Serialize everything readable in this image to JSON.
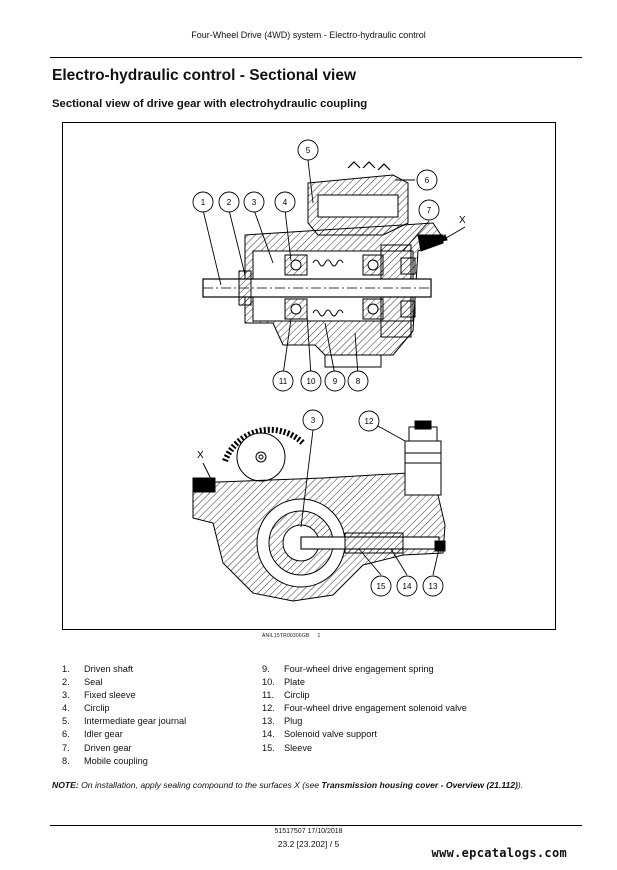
{
  "header": {
    "running_title": "Four-Wheel Drive (4WD) system - Electro-hydraulic control"
  },
  "page_title": "Electro-hydraulic control - Sectional view",
  "section_title": "Sectional view of drive gear with electrohydraulic coupling",
  "figure": {
    "id": "ANIL15TR00306GB",
    "sheet": "1",
    "surface_label": "X",
    "callouts_top": [
      "1",
      "2",
      "3",
      "4",
      "5",
      "6",
      "7",
      "8",
      "9",
      "10",
      "11"
    ],
    "callouts_bottom": [
      "3",
      "12",
      "13",
      "14",
      "15"
    ]
  },
  "legend": [
    {
      "num": "1.",
      "label": "Driven shaft"
    },
    {
      "num": "2.",
      "label": "Seal"
    },
    {
      "num": "3.",
      "label": "Fixed sleeve"
    },
    {
      "num": "4.",
      "label": "Circlip"
    },
    {
      "num": "5.",
      "label": "Intermediate gear journal"
    },
    {
      "num": "6.",
      "label": "Idler gear"
    },
    {
      "num": "7.",
      "label": "Driven gear"
    },
    {
      "num": "8.",
      "label": "Mobile coupling"
    },
    {
      "num": "9.",
      "label": "Four-wheel drive engagement spring"
    },
    {
      "num": "10.",
      "label": "Plate"
    },
    {
      "num": "11.",
      "label": "Circlip"
    },
    {
      "num": "12.",
      "label": "Four-wheel drive engagement solenoid valve"
    },
    {
      "num": "13.",
      "label": "Plug"
    },
    {
      "num": "14.",
      "label": "Solenoid valve support"
    },
    {
      "num": "15.",
      "label": "Sleeve"
    }
  ],
  "note": {
    "prefix": "NOTE:",
    "text": " On installation, apply sealing compound to the surfaces X (see ",
    "link": "Transmission housing cover - Overview (21.112)",
    "suffix": ")."
  },
  "footer": {
    "doc_ref": "51517507 17/10/2018",
    "page_ref": "23.2 [23.202] / 5",
    "watermark": "www.epcatalogs.com"
  }
}
